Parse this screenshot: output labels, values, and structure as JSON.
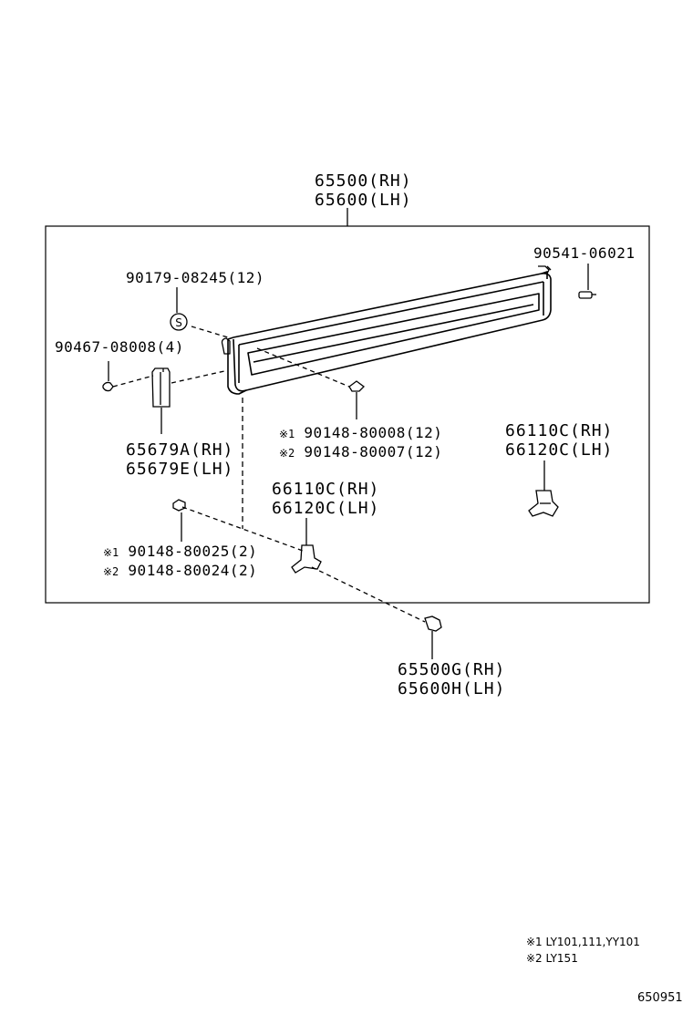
{
  "main_assembly": {
    "rh": "65500(RH)",
    "lh": "65600(LH)"
  },
  "right_bolt": {
    "part": "90541-06021"
  },
  "stud": {
    "part": "90179-08245(12)",
    "symbol": "S"
  },
  "clip": {
    "part": "90467-08008(4)"
  },
  "bracket": {
    "rh": "65679A(RH)",
    "lh": "65679E(LH)"
  },
  "upper_screw": {
    "line1_mark": "※1",
    "line1_part": "90148-80008(12)",
    "line2_mark": "※2",
    "line2_part": "90148-80007(12)"
  },
  "hinge_right": {
    "rh": "66110C(RH)",
    "lh": "66120C(LH)"
  },
  "hinge_left": {
    "rh": "66110C(RH)",
    "lh": "66120C(LH)"
  },
  "lower_screw": {
    "line1_mark": "※1",
    "line1_part": "90148-80025(2)",
    "line2_mark": "※2",
    "line2_part": "90148-80024(2)"
  },
  "pin": {
    "rh": "65500G(RH)",
    "lh": "65600H(LH)"
  },
  "notes": {
    "note1": "※1 LY101,111,YY101",
    "note2": "※2 LY151"
  },
  "figure_number": "650951"
}
